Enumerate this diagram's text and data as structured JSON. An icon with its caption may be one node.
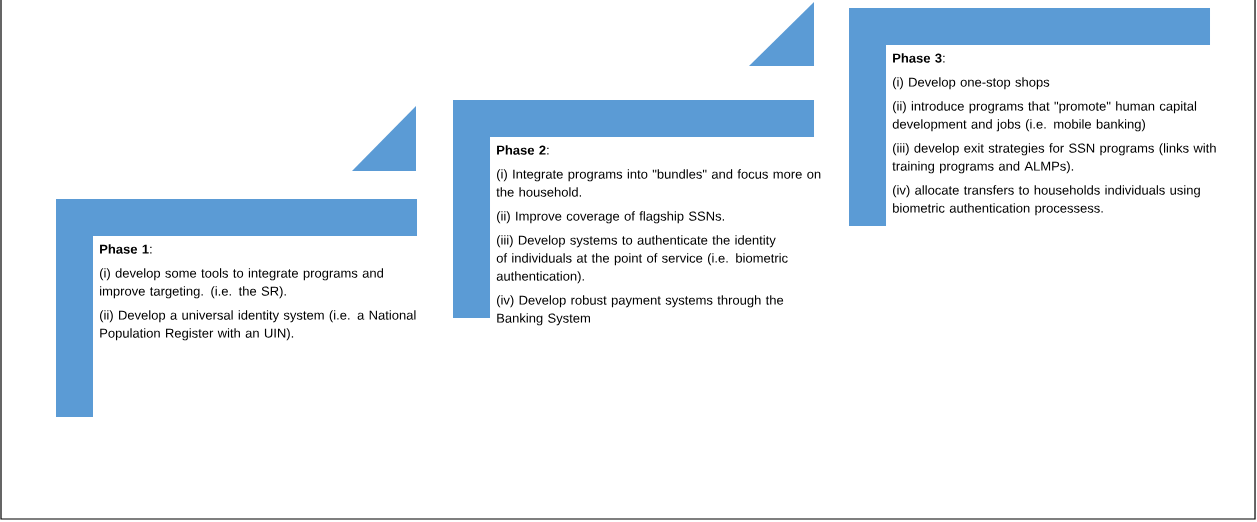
{
  "diagram": {
    "nodes": [
      {
        "text": [
          "**Phase 1**:",
          "(i) develop some tools to integrate programs and improve targeting. (i.e. the SR).",
          "(ii) Develop a universal identity system (i.e.  a National Population Register with an UIN)."
        ]
      },
      {
        "text": [
          "**Phase 2**:",
          "(i) Integrate programs into \"bundles\" and focus more on the household.",
          "(ii) Improve coverage of flagship SSNs.",
          "(iii) Develop systems to authenticate the identity of individuals at the point of service (i.e. biometric authentication).",
          "(iv) Develop robust payment systems through the Banking System"
        ]
      },
      {
        "text": [
          "**Phase 3**:",
          "(i) Develop one-stop shops",
          "(ii) introduce programs that \"promote\" human capital development and jobs (i.e. mobile banking)",
          "(iii)  develop exit strategies for SSN programs (links with training programs and ALMPs).",
          "(iv) allocate transfers to households individuals using biometric authentication processess."
        ]
      }
    ],
    "edges": []
  }
}
